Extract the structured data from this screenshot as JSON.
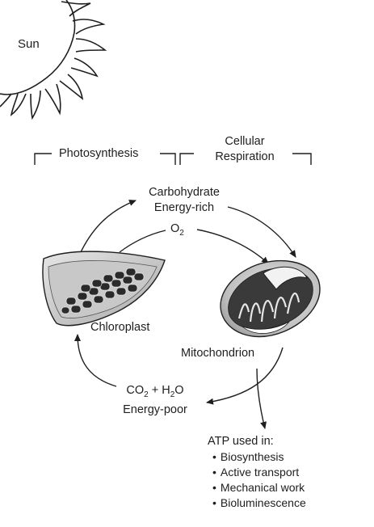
{
  "sun": {
    "label": "Sun"
  },
  "sections": {
    "photosynthesis": "Photosynthesis",
    "respiration_line1": "Cellular",
    "respiration_line2": "Respiration"
  },
  "flows": {
    "carbohydrate_line1": "Carbohydrate",
    "carbohydrate_line2": "Energy-rich",
    "oxygen": "O",
    "oxygen_sub": "2",
    "co2": "CO",
    "co2_sub": "2",
    "plus_h2o": " + H",
    "h2o_sub": "2",
    "h2o_o": "O",
    "energy_poor": "Energy-poor"
  },
  "organelles": {
    "chloroplast": "Chloroplast",
    "mitochondrion": "Mitochondrion"
  },
  "atp": {
    "heading": "ATP used in:",
    "uses": [
      "Biosynthesis",
      "Active transport",
      "Mechanical work",
      "Bioluminescence"
    ]
  },
  "colors": {
    "ink": "#1e1e1e",
    "organelle_fill": "#d6d6d6",
    "organelle_shadow": "#8a8a8a"
  }
}
